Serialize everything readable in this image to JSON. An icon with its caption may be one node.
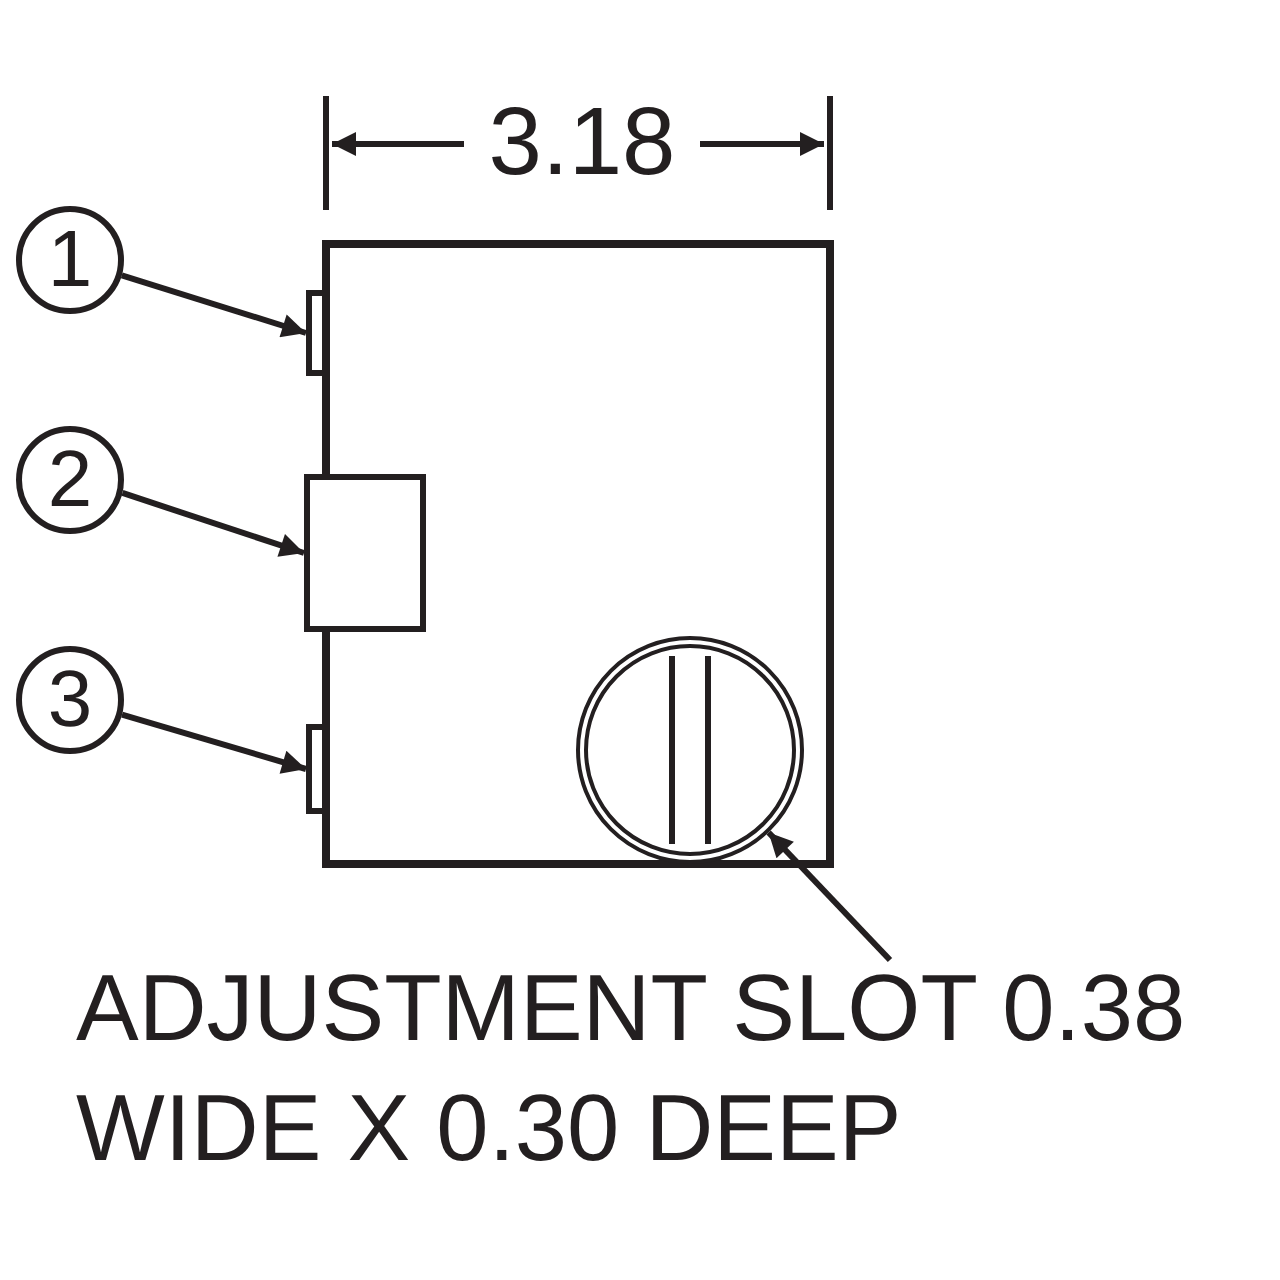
{
  "diagram": {
    "nodes": [
      {
        "text": [
          "1"
        ]
      },
      {
        "text": [],
        "shape": "bar"
      },
      {
        "text": [
          "2"
        ]
      },
      {
        "text": [],
        "shape": "box"
      },
      {
        "text": [
          "3"
        ]
      },
      {
        "text": [],
        "shape": "bar"
      },
      {
        "text": [
          "ADJUSTMENT SLOT 0.38 WIDE X 0.30 DEEP"
        ]
      },
      {
        "text": [],
        "shape": "circle"
      }
    ],
    "edges": [
      {
        "from": 0,
        "to": 1,
        "arrow": "to"
      },
      {
        "from": 2,
        "to": 3,
        "arrow": "to"
      },
      {
        "from": 4,
        "to": 5,
        "arrow": "to"
      },
      {
        "from": 6,
        "to": 7,
        "arrow": "to"
      }
    ],
    "labels": [
      "3.18"
    ]
  }
}
